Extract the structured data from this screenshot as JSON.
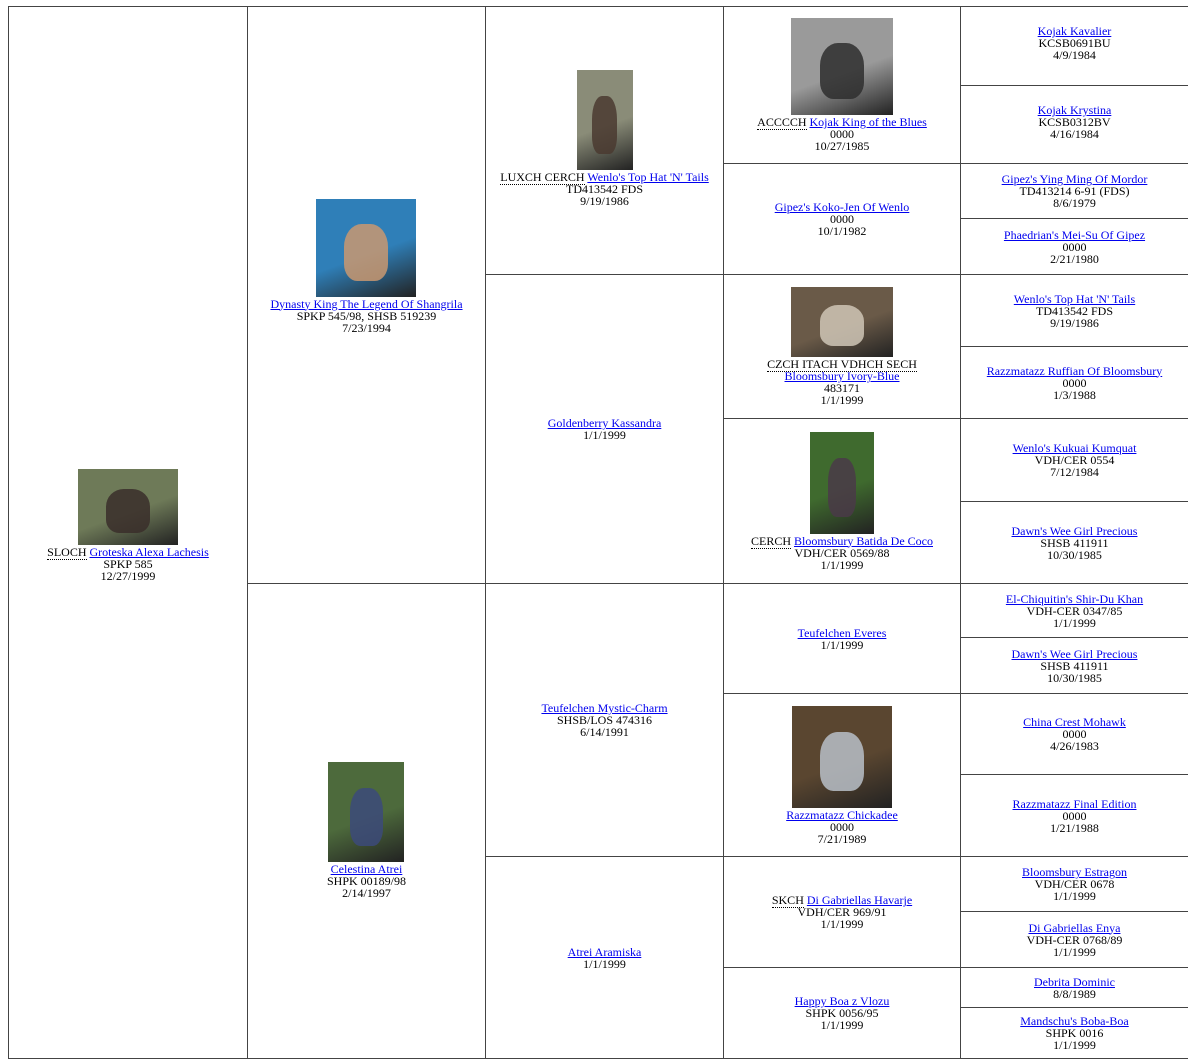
{
  "pedigree": {
    "gen1": [
      {
        "title": "SLOCH",
        "name": "Groteska Alexa Lachesis",
        "reg": "SPKP 585",
        "date": "12/27/1999",
        "photo": {
          "kind": "photo",
          "icon": "dog-photo-icon",
          "bg": "#6e7a58",
          "fg": "#3a2e2a"
        }
      }
    ],
    "gen2": [
      {
        "title": "",
        "name": "Dynasty King The Legend Of Shangrila",
        "reg": "SPKP 545/98, SHSB 519239",
        "date": "7/23/1994",
        "photo": {
          "kind": "photo",
          "icon": "dog-photo-icon",
          "bg": "#2f7fb8",
          "fg": "#c99870"
        }
      },
      {
        "title": "",
        "name": "Celestina Atrei",
        "reg": "SHPK 00189/98",
        "date": "2/14/1997",
        "photo": {
          "kind": "photo",
          "icon": "dog-photo-icon",
          "bg": "#4d6a3c",
          "fg": "#3c4a7a"
        }
      }
    ],
    "gen3": [
      {
        "title": "LUXCH CERCH",
        "name": "Wenlo's Top Hat 'N' Tails",
        "reg": "TD413542 FDS",
        "date": "9/19/1986",
        "photo": {
          "kind": "photo",
          "icon": "dog-photo-icon",
          "bg": "#8a8c78",
          "fg": "#4a3a30"
        }
      },
      {
        "title": "",
        "name": "Goldenberry Kassandra",
        "reg": "",
        "date": "1/1/1999",
        "photo": null
      },
      {
        "title": "",
        "name": "Teufelchen Mystic-Charm",
        "reg": "SHSB/LOS 474316",
        "date": "6/14/1991",
        "photo": null
      },
      {
        "title": "",
        "name": "Atrei Aramiska",
        "reg": "",
        "date": "1/1/1999",
        "photo": null
      }
    ],
    "gen4": [
      {
        "title": "ACCCCH",
        "name": "Kojak King of the Blues",
        "reg": "0000",
        "date": "10/27/1985",
        "photo": {
          "kind": "photo",
          "icon": "dog-photo-icon",
          "bg": "#9a9a9a",
          "fg": "#2e2e2e"
        }
      },
      {
        "title": "",
        "name": "Gipez's Koko-Jen Of Wenlo",
        "reg": "0000",
        "date": "10/1/1982",
        "photo": null
      },
      {
        "title": "CZCH ITACH VDHCH SECH",
        "name": "Bloomsbury Ivory-Blue",
        "reg": "483171",
        "date": "1/1/1999",
        "photo": {
          "kind": "photo",
          "icon": "dog-photo-icon",
          "bg": "#6a5a48",
          "fg": "#cfc6b6"
        }
      },
      {
        "title": "CERCH",
        "name": "Bloomsbury Batida De Coco",
        "reg": "VDH/CER 0569/88",
        "date": "1/1/1999",
        "photo": {
          "kind": "photo",
          "icon": "dog-photo-icon",
          "bg": "#3f6a2e",
          "fg": "#4a3a48"
        }
      },
      {
        "title": "",
        "name": "Teufelchen Everes",
        "reg": "",
        "date": "1/1/1999",
        "photo": null
      },
      {
        "title": "",
        "name": "Razzmatazz Chickadee",
        "reg": "0000",
        "date": "7/21/1989",
        "photo": {
          "kind": "photo",
          "icon": "dog-photo-icon",
          "bg": "#5a4630",
          "fg": "#b8c0c8"
        }
      },
      {
        "title": "SKCH",
        "name": "Di Gabriellas Havarje",
        "reg": "VDH/CER 969/91",
        "date": "1/1/1999",
        "photo": null
      },
      {
        "title": "",
        "name": "Happy Boa z Vlozu",
        "reg": "SHPK 0056/95",
        "date": "1/1/1999",
        "photo": null
      }
    ],
    "gen5": [
      {
        "title": "",
        "name": "Kojak Kavalier",
        "reg": "KCSB0691BU",
        "date": "4/9/1984",
        "photo": null
      },
      {
        "title": "",
        "name": "Kojak Krystina",
        "reg": "KCSB0312BV",
        "date": "4/16/1984",
        "photo": null
      },
      {
        "title": "",
        "name": "Gipez's Ying Ming Of Mordor",
        "reg": "TD413214 6-91 (FDS)",
        "date": "8/6/1979",
        "photo": null
      },
      {
        "title": "",
        "name": "Phaedrian's Mei-Su Of Gipez",
        "reg": "0000",
        "date": "2/21/1980",
        "photo": null
      },
      {
        "title": "",
        "name": "Wenlo's Top Hat 'N' Tails",
        "reg": "TD413542 FDS",
        "date": "9/19/1986",
        "photo": null
      },
      {
        "title": "",
        "name": "Razzmatazz Ruffian Of Bloomsbury",
        "reg": "0000",
        "date": "1/3/1988",
        "photo": null
      },
      {
        "title": "",
        "name": "Wenlo's Kukuai Kumquat",
        "reg": "VDH/CER 0554",
        "date": "7/12/1984",
        "photo": null
      },
      {
        "title": "",
        "name": "Dawn's Wee Girl Precious",
        "reg": "SHSB 411911",
        "date": "10/30/1985",
        "photo": null
      },
      {
        "title": "",
        "name": "El-Chiquitin's Shir-Du Khan",
        "reg": "VDH-CER 0347/85",
        "date": "1/1/1999",
        "photo": null
      },
      {
        "title": "",
        "name": "Dawn's Wee Girl Precious",
        "reg": "SHSB 411911",
        "date": "10/30/1985",
        "photo": null
      },
      {
        "title": "",
        "name": "China Crest Mohawk",
        "reg": "0000",
        "date": "4/26/1983",
        "photo": null
      },
      {
        "title": "",
        "name": "Razzmatazz Final Edition",
        "reg": "0000",
        "date": "1/21/1988",
        "photo": null
      },
      {
        "title": "",
        "name": "Bloomsbury Estragon",
        "reg": "VDH/CER 0678",
        "date": "1/1/1999",
        "photo": null
      },
      {
        "title": "",
        "name": "Di Gabriellas Enya",
        "reg": "VDH-CER 0768/89",
        "date": "1/1/1999",
        "photo": null
      },
      {
        "title": "",
        "name": "Debrita Dominic",
        "reg": "",
        "date": "8/8/1989",
        "photo": null
      },
      {
        "title": "",
        "name": "Mandschu's Boba-Boa",
        "reg": "SHPK 0016",
        "date": "1/1/1999",
        "photo": null
      }
    ]
  },
  "colors": {
    "link": "#0000ee",
    "border": "#444444",
    "text": "#000000"
  }
}
